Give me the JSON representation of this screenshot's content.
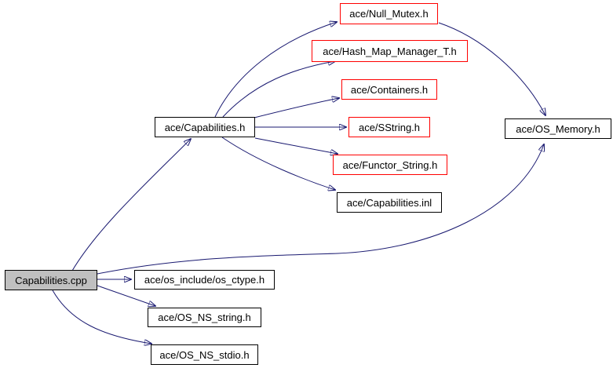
{
  "diagram": {
    "type": "include-dependency-graph",
    "colors": {
      "edge": "#191970",
      "node_border": "#000000",
      "truncated_node_border": "#ff0000",
      "source_node_fill": "#c0c0c0",
      "node_fill": "#ffffff",
      "background": "#ffffff",
      "text": "#000000"
    },
    "nodes": [
      {
        "id": "capabilities-cpp",
        "label": "Capabilities.cpp",
        "style": "source"
      },
      {
        "id": "ace-capabilities-h",
        "label": "ace/Capabilities.h",
        "style": "plain"
      },
      {
        "id": "ace-null-mutex-h",
        "label": "ace/Null_Mutex.h",
        "style": "truncated"
      },
      {
        "id": "ace-hash-map-manager-t-h",
        "label": "ace/Hash_Map_Manager_T.h",
        "style": "truncated"
      },
      {
        "id": "ace-containers-h",
        "label": "ace/Containers.h",
        "style": "truncated"
      },
      {
        "id": "ace-sstring-h",
        "label": "ace/SString.h",
        "style": "truncated"
      },
      {
        "id": "ace-functor-string-h",
        "label": "ace/Functor_String.h",
        "style": "truncated"
      },
      {
        "id": "ace-capabilities-inl",
        "label": "ace/Capabilities.inl",
        "style": "plain"
      },
      {
        "id": "ace-os-memory-h",
        "label": "ace/OS_Memory.h",
        "style": "plain"
      },
      {
        "id": "ace-os-include-os-ctype-h",
        "label": "ace/os_include/os_ctype.h",
        "style": "plain"
      },
      {
        "id": "ace-os-ns-string-h",
        "label": "ace/OS_NS_string.h",
        "style": "plain"
      },
      {
        "id": "ace-os-ns-stdio-h",
        "label": "ace/OS_NS_stdio.h",
        "style": "plain"
      }
    ],
    "edges": [
      {
        "from": "Capabilities.cpp",
        "to": "ace/Capabilities.h"
      },
      {
        "from": "Capabilities.cpp",
        "to": "ace/os_include/os_ctype.h"
      },
      {
        "from": "Capabilities.cpp",
        "to": "ace/OS_NS_string.h"
      },
      {
        "from": "Capabilities.cpp",
        "to": "ace/OS_NS_stdio.h"
      },
      {
        "from": "Capabilities.cpp",
        "to": "ace/OS_Memory.h"
      },
      {
        "from": "ace/Capabilities.h",
        "to": "ace/Null_Mutex.h"
      },
      {
        "from": "ace/Capabilities.h",
        "to": "ace/Hash_Map_Manager_T.h"
      },
      {
        "from": "ace/Capabilities.h",
        "to": "ace/Containers.h"
      },
      {
        "from": "ace/Capabilities.h",
        "to": "ace/SString.h"
      },
      {
        "from": "ace/Capabilities.h",
        "to": "ace/Functor_String.h"
      },
      {
        "from": "ace/Capabilities.h",
        "to": "ace/Capabilities.inl"
      },
      {
        "from": "ace/Null_Mutex.h",
        "to": "ace/OS_Memory.h"
      }
    ]
  }
}
